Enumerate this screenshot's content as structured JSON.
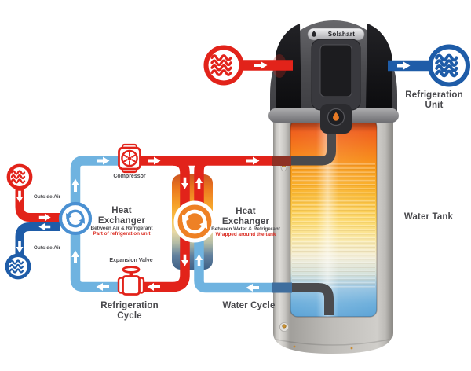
{
  "tank": {
    "brand": "Solahart",
    "water_tank": "Water Tank",
    "refrigeration_unit": "Refrigeration Unit"
  },
  "cycle": {
    "outside_air_in": "Outside Air",
    "outside_air_out": "Outside Air",
    "compressor": "Compressor",
    "expansion_valve": "Expansion Valve",
    "refrigeration_cycle": "Refrigeration Cycle",
    "water_cycle": "Water Cycle",
    "air_hx": {
      "title": "Heat Exchanger",
      "subtitle": "Between Air & Refrigerant",
      "note": "Part of refrigeration unit"
    },
    "water_hx": {
      "title": "Heat Exchanger",
      "subtitle": "Between Water & Refrigerant",
      "note": "Wrapped around the tank"
    }
  },
  "colors": {
    "hot": "#e2231a",
    "cold_light": "#6fb3e0",
    "cold_dark": "#1e5ca8",
    "hx_ring": "#4a90d2",
    "text": "#48484c",
    "tank_hot_water": "#f4731c",
    "tank_cold_water": "#5ca3d6"
  },
  "icons": {
    "warm_air": "waves-circle-red",
    "cool_air": "waves-circle-blue",
    "heat_exchanger": "cycle-arrows-circle",
    "compressor": "fan-pump",
    "expansion_valve": "valve",
    "flow": "white-arrow"
  }
}
